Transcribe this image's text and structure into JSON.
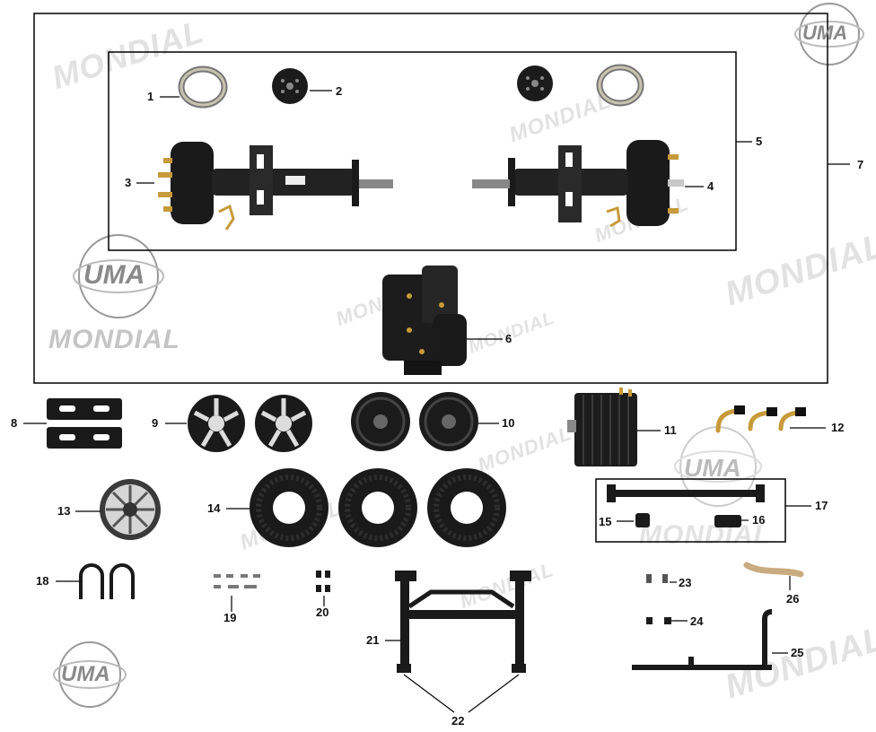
{
  "watermark": {
    "brand": "MONDIAL",
    "logo": "UMA"
  },
  "callouts": [
    "1",
    "2",
    "3",
    "4",
    "5",
    "6",
    "7",
    "8",
    "9",
    "10",
    "11",
    "12",
    "13",
    "14",
    "15",
    "16",
    "17",
    "18",
    "19",
    "20",
    "21",
    "22",
    "23",
    "24",
    "25",
    "26"
  ],
  "diagram": {
    "type": "exploded-parts-view",
    "colors": {
      "frame": "#000000",
      "part_dark": "#1a1a1a",
      "part_mid": "#555555",
      "metal": "#c8c8c8",
      "brass": "#c79a3a",
      "watermark": "#bebebe"
    }
  }
}
